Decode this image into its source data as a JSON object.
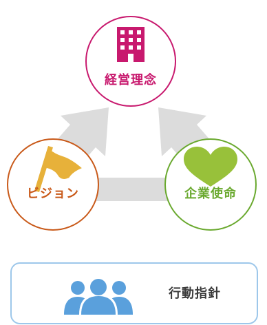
{
  "diagram": {
    "top_node": {
      "label": "経営理念",
      "icon": "building-icon",
      "color": "#c8196e"
    },
    "left_node": {
      "label": "ビジョン",
      "icon": "flag-icon",
      "color": "#c95a1a",
      "icon_color": "#e7b13a"
    },
    "right_node": {
      "label": "企業使命",
      "icon": "heart-icon",
      "color": "#6aa92f",
      "icon_color": "#98c13a"
    },
    "bottom_card": {
      "label": "行動指針",
      "icon": "people-icon",
      "color": "#9dc7ea",
      "icon_color": "#5aa0dc"
    },
    "connector_color": "#dcdcdc"
  }
}
